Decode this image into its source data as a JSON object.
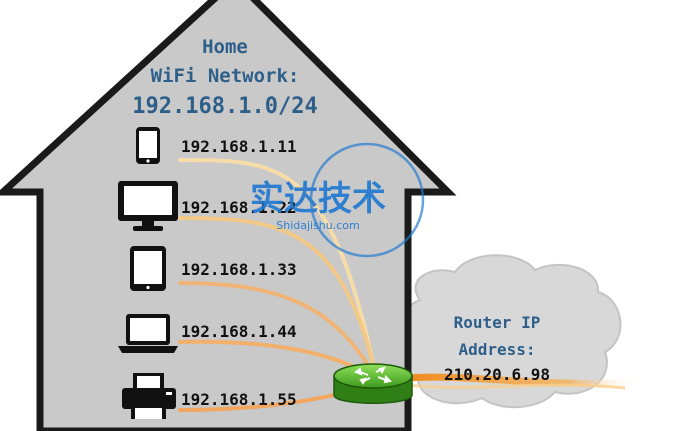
{
  "house": {
    "title_lines": [
      "Home",
      "WiFi Network:",
      "192.168.1.0/24"
    ]
  },
  "devices": [
    {
      "icon": "smartphone-icon",
      "ip": "192.168.1.11"
    },
    {
      "icon": "desktop-monitor-icon",
      "ip": "192.168.1.22"
    },
    {
      "icon": "tablet-icon",
      "ip": "192.168.1.33"
    },
    {
      "icon": "laptop-icon",
      "ip": "192.168.1.44"
    },
    {
      "icon": "printer-icon",
      "ip": "192.168.1.55"
    }
  ],
  "router": {
    "label_lines": [
      "Router IP",
      "Address:"
    ],
    "ip": "210.20.6.98"
  },
  "watermark": {
    "title": "实达技术",
    "subtitle": "Shidajishu.com"
  },
  "colors": {
    "house_fill": "#c8c8c8",
    "house_outline": "#1a1a1a",
    "title_text": "#2e5f8a",
    "wire_orange": "#f5b15a",
    "wire_light": "#f7dca8",
    "router_green": "#66cc33",
    "cloud_gray": "#d6d6d6",
    "watermark_blue": "#1f78d1"
  }
}
